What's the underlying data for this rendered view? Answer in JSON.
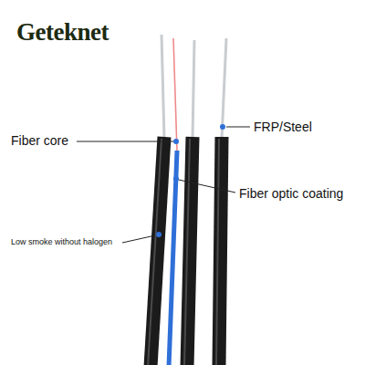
{
  "diagram": {
    "labels": [
      "Geteknet",
      "Fiber core",
      "FRP/Steel",
      "Fiber optic coating",
      "Low smoke without halogen"
    ]
  }
}
